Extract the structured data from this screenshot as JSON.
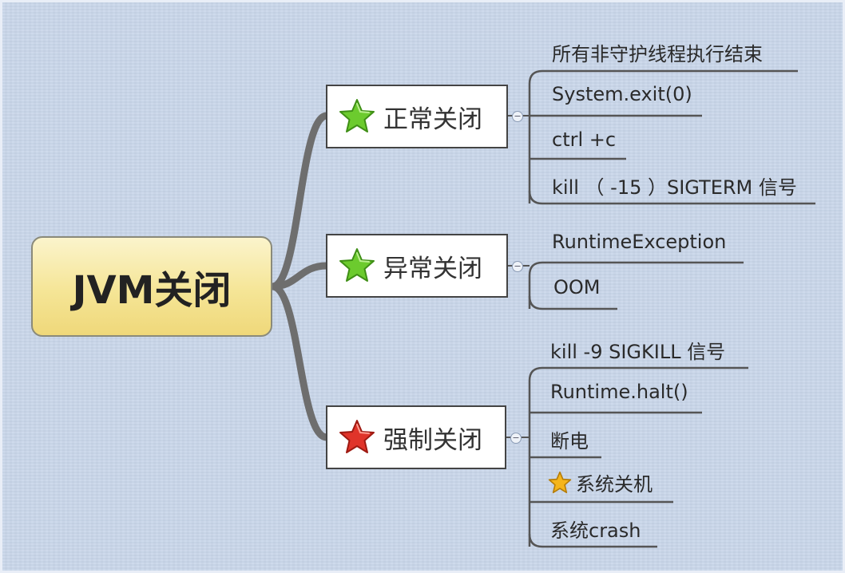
{
  "root": {
    "label": "JVM关闭"
  },
  "branches": [
    {
      "label": "正常关闭",
      "star_color": "#6ccb2e",
      "leaves": [
        "所有非守护线程执行结束",
        "System.exit(0)",
        "ctrl +c",
        "kill （ -15 ）SIGTERM 信号"
      ]
    },
    {
      "label": "异常关闭",
      "star_color": "#6ccb2e",
      "leaves": [
        "RuntimeException",
        "OOM"
      ]
    },
    {
      "label": "强制关闭",
      "star_color": "#e0342a",
      "leaves": [
        "kill -9 SIGKILL 信号",
        "Runtime.halt()",
        "断电",
        "系统关机",
        "系统crash"
      ]
    }
  ],
  "icons": {
    "branch_star": "star-icon",
    "leaf_star": "star-icon",
    "leaf_star_color": "#f5b51b",
    "collapse_toggle": "minus-icon"
  },
  "colors": {
    "background": "#c9d6ea",
    "connector": "#6e6e6e",
    "leaf_line": "#555555"
  }
}
